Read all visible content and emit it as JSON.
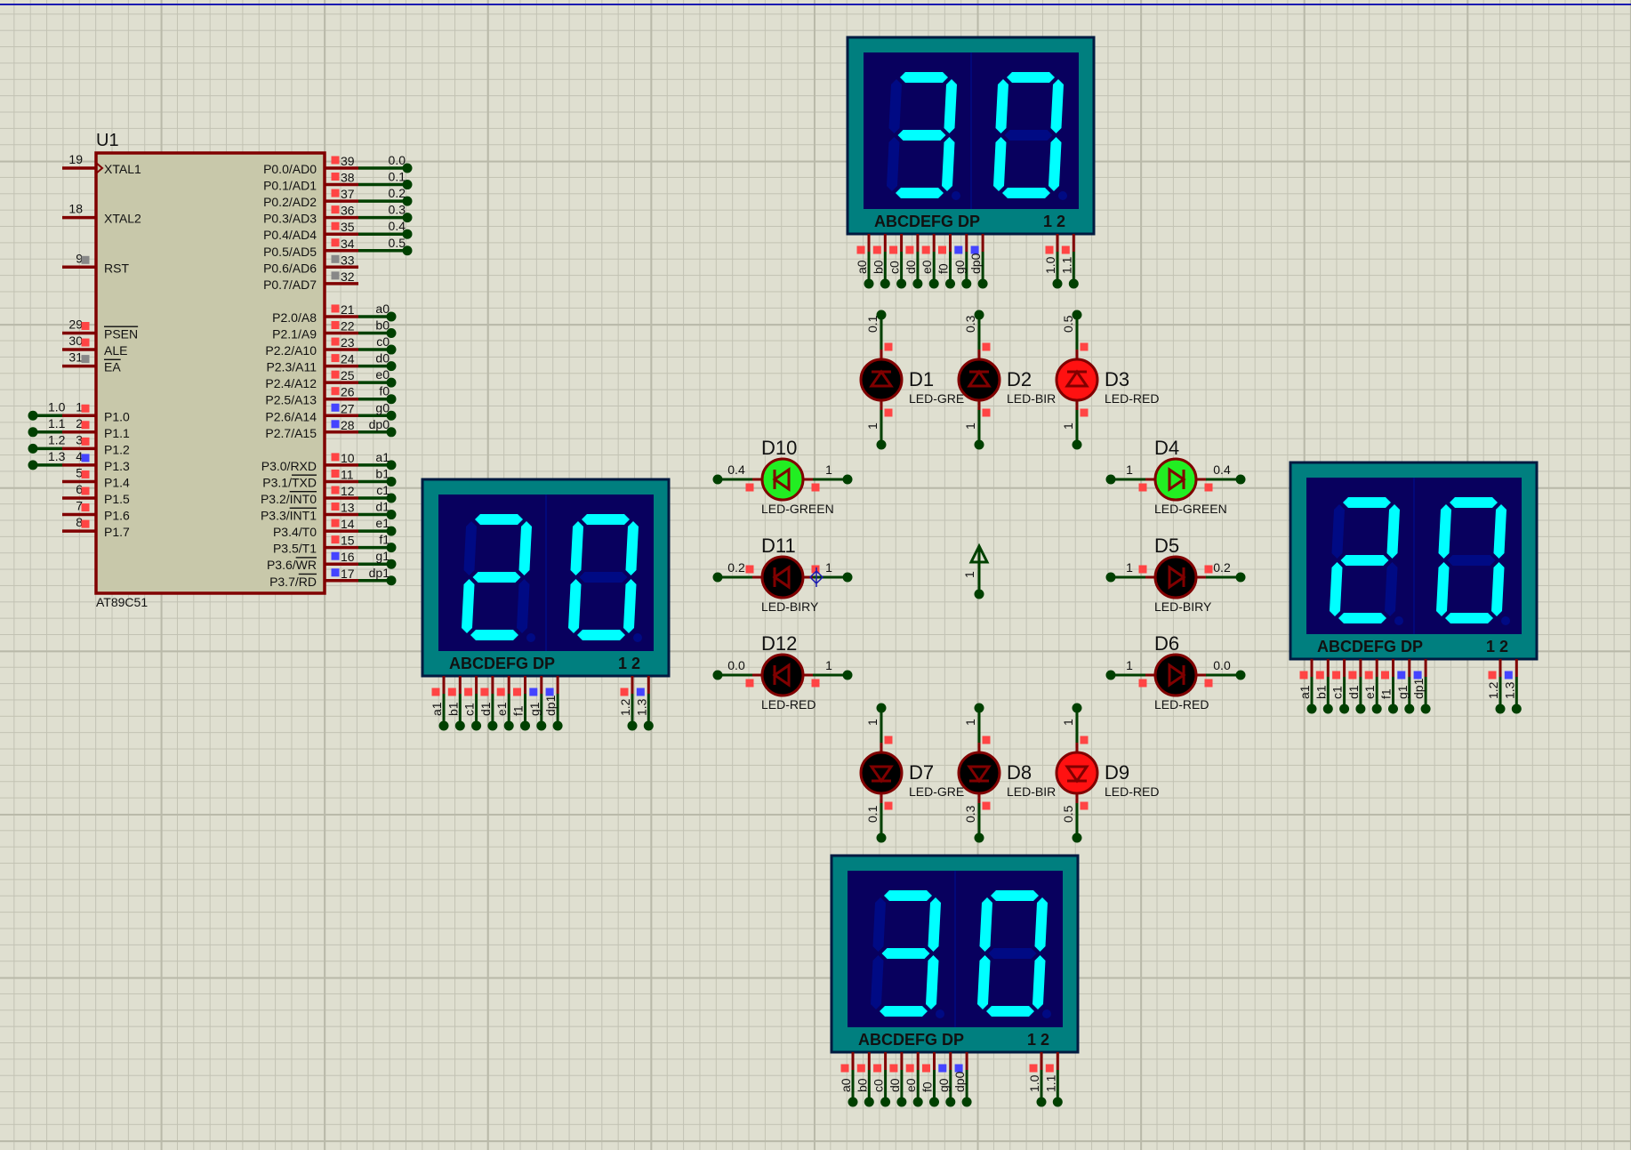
{
  "app": {
    "type": "schematic-editor"
  },
  "mcu": {
    "ref": "U1",
    "part": "AT89C51",
    "left_pins": [
      {
        "num": "19",
        "name": "XTAL1",
        "net": "",
        "state": "none",
        "clock": true,
        "slot": 0
      },
      {
        "num": "18",
        "name": "XTAL2",
        "net": "",
        "state": "none",
        "slot": 3
      },
      {
        "num": "9",
        "name": "RST",
        "net": "",
        "state": "gray",
        "slot": 6
      },
      {
        "num": "29",
        "name": "PSEN",
        "overline": true,
        "net": "",
        "state": "red",
        "slot": 10
      },
      {
        "num": "30",
        "name": "ALE",
        "net": "",
        "state": "red",
        "slot": 11
      },
      {
        "num": "31",
        "name": "EA",
        "overline": true,
        "net": "",
        "state": "gray",
        "slot": 12
      },
      {
        "num": "1",
        "name": "P1.0",
        "net": "1.0",
        "state": "red",
        "slot": 15
      },
      {
        "num": "2",
        "name": "P1.1",
        "net": "1.1",
        "state": "red",
        "slot": 16
      },
      {
        "num": "3",
        "name": "P1.2",
        "net": "1.2",
        "state": "red",
        "slot": 17
      },
      {
        "num": "4",
        "name": "P1.3",
        "net": "1.3",
        "state": "blue",
        "slot": 18
      },
      {
        "num": "5",
        "name": "P1.4",
        "net": "",
        "state": "red",
        "slot": 19
      },
      {
        "num": "6",
        "name": "P1.5",
        "net": "",
        "state": "red",
        "slot": 20
      },
      {
        "num": "7",
        "name": "P1.6",
        "net": "",
        "state": "red",
        "slot": 21
      },
      {
        "num": "8",
        "name": "P1.7",
        "net": "",
        "state": "red",
        "slot": 22
      }
    ],
    "right_pins": [
      {
        "num": "39",
        "name": "P0.0/AD0",
        "net": "0.0",
        "state": "red",
        "slot": 0
      },
      {
        "num": "38",
        "name": "P0.1/AD1",
        "net": "0.1",
        "state": "red",
        "slot": 1
      },
      {
        "num": "37",
        "name": "P0.2/AD2",
        "net": "0.2",
        "state": "red",
        "slot": 2
      },
      {
        "num": "36",
        "name": "P0.3/AD3",
        "net": "0.3",
        "state": "red",
        "slot": 3
      },
      {
        "num": "35",
        "name": "P0.4/AD4",
        "net": "0.4",
        "state": "red",
        "slot": 4
      },
      {
        "num": "34",
        "name": "P0.5/AD5",
        "net": "0.5",
        "state": "red",
        "slot": 5
      },
      {
        "num": "33",
        "name": "P0.6/AD6",
        "net": "",
        "state": "gray",
        "slot": 6
      },
      {
        "num": "32",
        "name": "P0.7/AD7",
        "net": "",
        "state": "gray",
        "slot": 7
      },
      {
        "num": "21",
        "name": "P2.0/A8",
        "net": "a0",
        "state": "red",
        "slot": 9
      },
      {
        "num": "22",
        "name": "P2.1/A9",
        "net": "b0",
        "state": "red",
        "slot": 10
      },
      {
        "num": "23",
        "name": "P2.2/A10",
        "net": "c0",
        "state": "red",
        "slot": 11
      },
      {
        "num": "24",
        "name": "P2.3/A11",
        "net": "d0",
        "state": "red",
        "slot": 12
      },
      {
        "num": "25",
        "name": "P2.4/A12",
        "net": "e0",
        "state": "red",
        "slot": 13
      },
      {
        "num": "26",
        "name": "P2.5/A13",
        "net": "f0",
        "state": "red",
        "slot": 14
      },
      {
        "num": "27",
        "name": "P2.6/A14",
        "net": "g0",
        "state": "blue",
        "slot": 15
      },
      {
        "num": "28",
        "name": "P2.7/A15",
        "net": "dp0",
        "state": "blue",
        "slot": 16
      },
      {
        "num": "10",
        "name": "P3.0/RXD",
        "net": "a1",
        "state": "red",
        "slot": 18
      },
      {
        "num": "11",
        "name": "P3.1/TXD",
        "overline_part": "TXD",
        "net": "b1",
        "state": "red",
        "slot": 19
      },
      {
        "num": "12",
        "name": "P3.2/INT0",
        "overline_part": "INT0",
        "net": "c1",
        "state": "red",
        "slot": 20
      },
      {
        "num": "13",
        "name": "P3.3/INT1",
        "overline_part": "INT1",
        "net": "d1",
        "state": "red",
        "slot": 21
      },
      {
        "num": "14",
        "name": "P3.4/T0",
        "net": "e1",
        "state": "red",
        "slot": 22
      },
      {
        "num": "15",
        "name": "P3.5/T1",
        "net": "f1",
        "state": "red",
        "slot": 23
      },
      {
        "num": "16",
        "name": "P3.6/WR",
        "overline_part": "WR",
        "net": "g1",
        "state": "blue",
        "slot": 24
      },
      {
        "num": "17",
        "name": "P3.7/RD",
        "overline_part": "RD",
        "net": "dp1",
        "state": "blue",
        "slot": 25
      }
    ]
  },
  "displays": [
    {
      "id": "disp-top",
      "value": "30",
      "segment_caption": "ABCDEFG  DP",
      "digit_caption": "1 2",
      "pin_labels": [
        "a0",
        "b0",
        "c0",
        "d0",
        "e0",
        "f0",
        "g0",
        "dp0"
      ],
      "pin_states": [
        "red",
        "red",
        "red",
        "red",
        "red",
        "red",
        "blue",
        "blue"
      ],
      "com_labels": [
        "1.0",
        "1.1"
      ],
      "com_states": [
        "red",
        "red"
      ]
    },
    {
      "id": "disp-left",
      "value": "20",
      "segment_caption": "ABCDEFG  DP",
      "digit_caption": "1 2",
      "pin_labels": [
        "a1",
        "b1",
        "c1",
        "d1",
        "e1",
        "f1",
        "g1",
        "dp1"
      ],
      "pin_states": [
        "red",
        "red",
        "red",
        "red",
        "red",
        "red",
        "blue",
        "blue"
      ],
      "com_labels": [
        "1.2",
        "1.3"
      ],
      "com_states": [
        "red",
        "blue"
      ]
    },
    {
      "id": "disp-right",
      "value": "20",
      "segment_caption": "ABCDEFG  DP",
      "digit_caption": "1 2",
      "pin_labels": [
        "a1",
        "b1",
        "c1",
        "d1",
        "e1",
        "f1",
        "g1",
        "dp1"
      ],
      "pin_states": [
        "red",
        "red",
        "red",
        "red",
        "red",
        "red",
        "blue",
        "blue"
      ],
      "com_labels": [
        "1.2",
        "1.3"
      ],
      "com_states": [
        "red",
        "blue"
      ]
    },
    {
      "id": "disp-bottom",
      "value": "30",
      "segment_caption": "ABCDEFG  DP",
      "digit_caption": "1 2",
      "pin_labels": [
        "a0",
        "b0",
        "c0",
        "d0",
        "e0",
        "f0",
        "g0",
        "dp0"
      ],
      "pin_states": [
        "red",
        "red",
        "red",
        "red",
        "red",
        "red",
        "blue",
        "blue"
      ],
      "com_labels": [
        "1.0",
        "1.1"
      ],
      "com_states": [
        "red",
        "red"
      ]
    }
  ],
  "leds": [
    {
      "ref": "D1",
      "type": "LED-GREEN",
      "label_shown": "LED-GRE",
      "lit": false,
      "color": "green",
      "dir": "up",
      "net_a": "0.1",
      "net_b": "1"
    },
    {
      "ref": "D2",
      "type": "LED-BIRY",
      "label_shown": "LED-BIR",
      "lit": false,
      "color": "yellow",
      "dir": "up",
      "net_a": "0.3",
      "net_b": "1"
    },
    {
      "ref": "D3",
      "type": "LED-RED",
      "label_shown": "LED-RED",
      "lit": true,
      "color": "red",
      "dir": "up",
      "net_a": "0.5",
      "net_b": "1"
    },
    {
      "ref": "D4",
      "type": "LED-GREEN",
      "label_shown": "LED-GREEN",
      "lit": true,
      "color": "green",
      "dir": "right",
      "net_a": "1",
      "net_b": "0.4"
    },
    {
      "ref": "D5",
      "type": "LED-BIRY",
      "label_shown": "LED-BIRY",
      "lit": false,
      "color": "yellow",
      "dir": "right",
      "net_a": "1",
      "net_b": "0.2"
    },
    {
      "ref": "D6",
      "type": "LED-RED",
      "label_shown": "LED-RED",
      "lit": false,
      "color": "red",
      "dir": "right",
      "net_a": "1",
      "net_b": "0.0"
    },
    {
      "ref": "D7",
      "type": "LED-GREEN",
      "label_shown": "LED-GRE",
      "lit": false,
      "color": "green",
      "dir": "down",
      "net_a": "1",
      "net_b": "0.1"
    },
    {
      "ref": "D8",
      "type": "LED-BIRY",
      "label_shown": "LED-BIR",
      "lit": false,
      "color": "yellow",
      "dir": "down",
      "net_a": "1",
      "net_b": "0.3"
    },
    {
      "ref": "D9",
      "type": "LED-RED",
      "label_shown": "LED-RED",
      "lit": true,
      "color": "red",
      "dir": "down",
      "net_a": "1",
      "net_b": "0.5"
    },
    {
      "ref": "D10",
      "type": "LED-GREEN",
      "label_shown": "LED-GREEN",
      "lit": true,
      "color": "green",
      "dir": "left",
      "net_a": "0.4",
      "net_b": "1"
    },
    {
      "ref": "D11",
      "type": "LED-BIRY",
      "label_shown": "LED-BIRY",
      "lit": false,
      "color": "yellow",
      "dir": "left",
      "net_a": "0.2",
      "net_b": "1"
    },
    {
      "ref": "D12",
      "type": "LED-RED",
      "label_shown": "LED-RED",
      "lit": false,
      "color": "red",
      "dir": "left",
      "net_a": "0.0",
      "net_b": "1"
    }
  ],
  "power_terminal": {
    "net": "1"
  },
  "colors": {
    "pin_red": "#ff4444",
    "pin_blue": "#4444ff",
    "pin_gray": "#888888",
    "wire": "#004000",
    "pin_line": "#800000",
    "chip_fill": "#c8c8aa",
    "display_frame": "#007f7f",
    "display_bg": "#08005e",
    "seg_on": "#00ffff",
    "seg_off": "#000a84",
    "led_green_on": "#22ee22",
    "led_red_on": "#ff1111",
    "led_off": "#000000",
    "led_outline": "#800000"
  }
}
